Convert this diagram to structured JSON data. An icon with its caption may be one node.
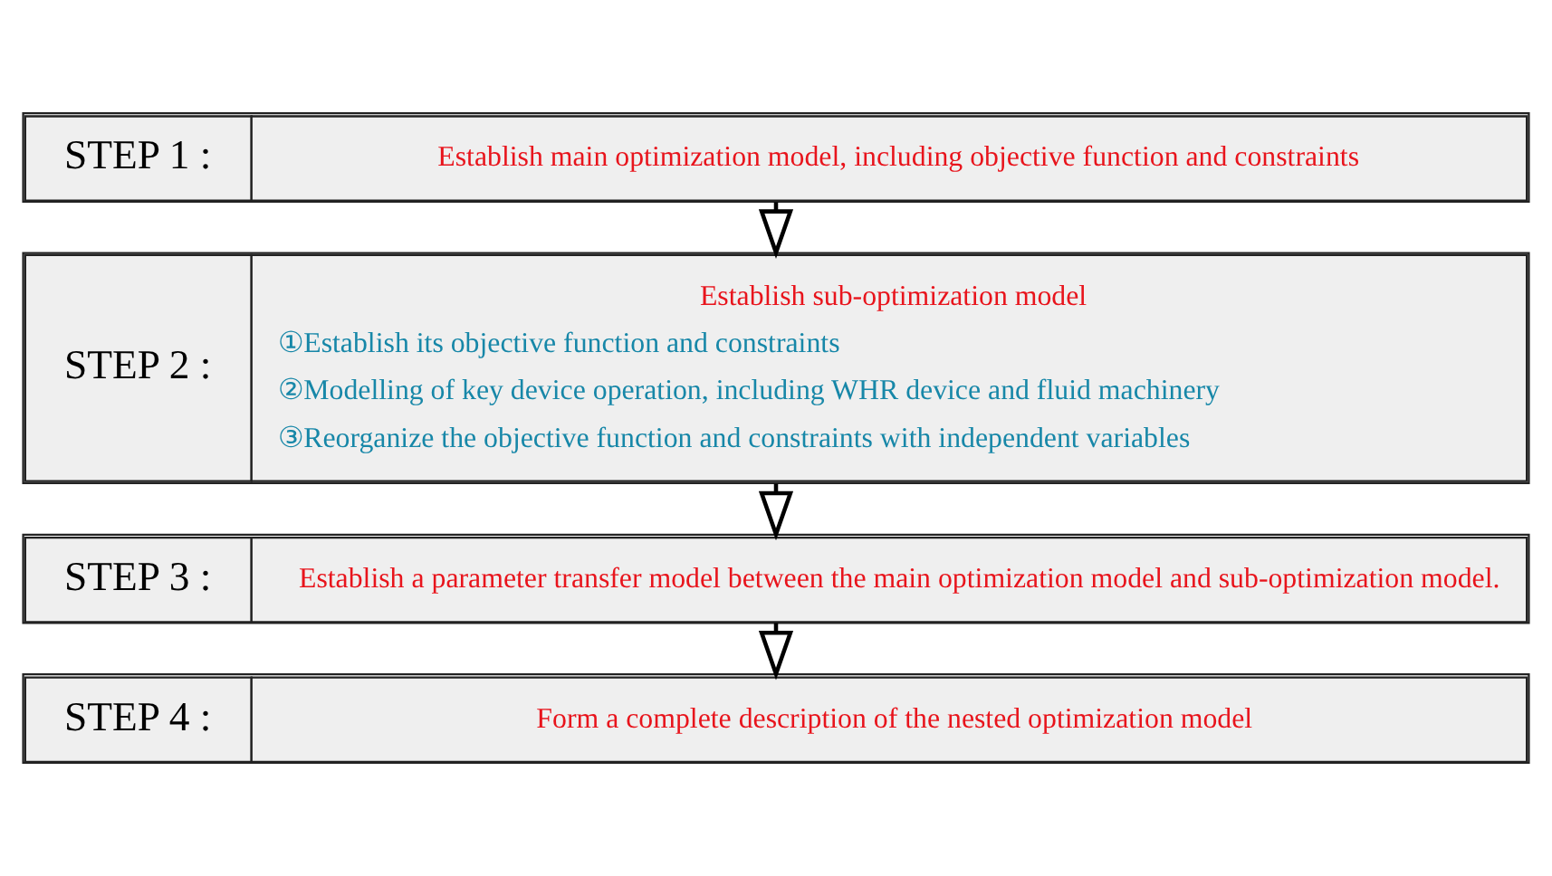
{
  "diagram": {
    "nodes": [
      {
        "text": [
          "STEP 1 :",
          "Establish main optimization model, including objective function and constraints"
        ]
      },
      {
        "text": [
          "STEP 2 :",
          "Establish sub-optimization model",
          "①Establish its objective function and constraints",
          "②Modelling of key device operation, including WHR device and fluid machinery",
          "③Reorganize the objective function and constraints with independent variables"
        ]
      },
      {
        "text": [
          "STEP 3 :",
          "Establish a parameter transfer model between the main optimization model and sub-optimization model."
        ]
      },
      {
        "text": [
          "STEP 4 :",
          "Form a complete description of the nested optimization model"
        ]
      }
    ],
    "edges": [
      {
        "from": 0,
        "to": 1,
        "arrow": "to"
      },
      {
        "from": 1,
        "to": 2,
        "arrow": "to"
      },
      {
        "from": 2,
        "to": 3,
        "arrow": "to"
      }
    ]
  }
}
